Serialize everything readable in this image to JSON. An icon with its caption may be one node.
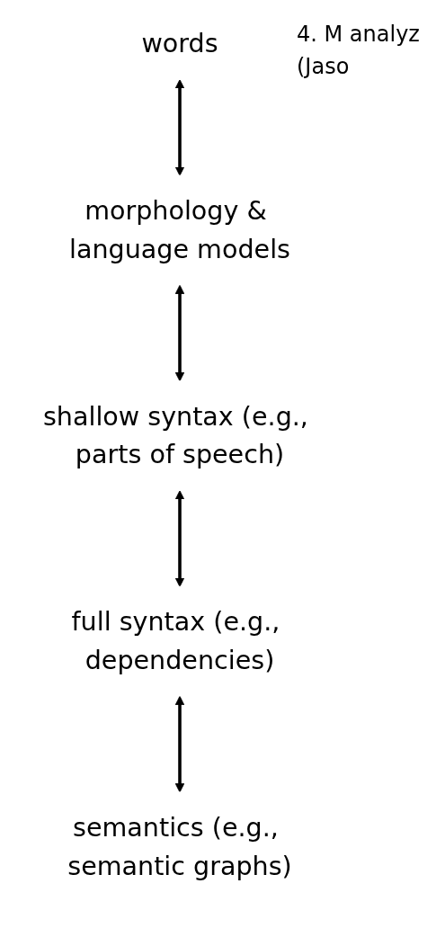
{
  "diagram": {
    "nodes": [
      {
        "text": [
          "words"
        ]
      },
      {
        "text": [
          "morphology & language models"
        ]
      },
      {
        "text": [
          "shallow syntax (e.g., parts of speech)"
        ]
      },
      {
        "text": [
          "full syntax (e.g., dependencies)"
        ]
      },
      {
        "text": [
          "semantics (e.g., semantic graphs)"
        ]
      }
    ],
    "edges": [
      {
        "from": 0,
        "to": 1,
        "arrow": "both"
      },
      {
        "from": 1,
        "to": 2,
        "arrow": "both"
      },
      {
        "from": 2,
        "to": 3,
        "arrow": "both"
      },
      {
        "from": 3,
        "to": 4,
        "arrow": "both"
      }
    ],
    "labels": [
      "4. M analyz (Jaso"
    ]
  }
}
